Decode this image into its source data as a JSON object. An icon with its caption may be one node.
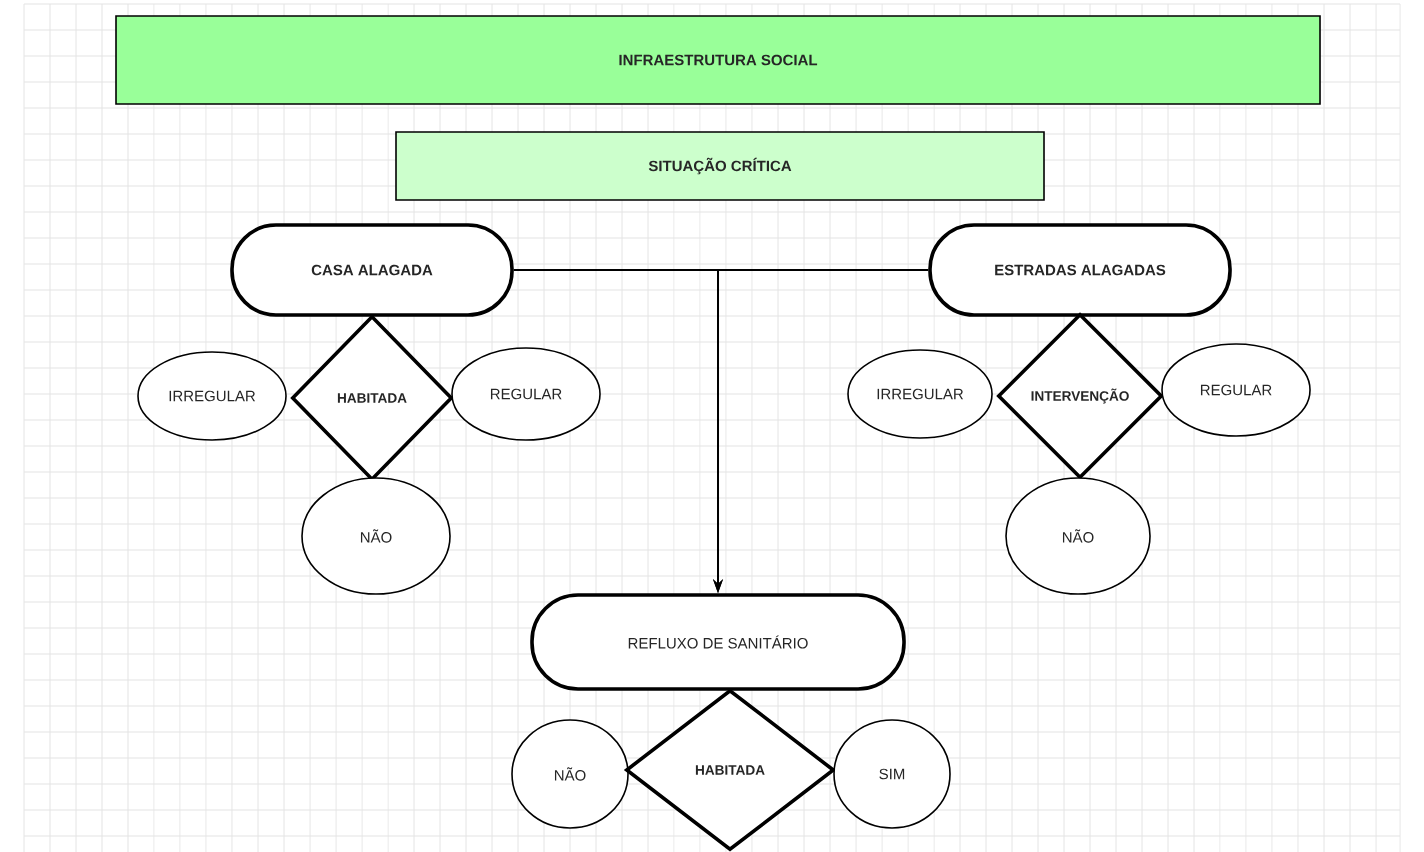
{
  "diagram": {
    "nodes": [
      {
        "text": [
          "INFRAESTRUTURA SOCIAL"
        ]
      },
      {
        "text": [
          "SITUAÇÃO CRÍTICA"
        ]
      },
      {
        "text": [
          "CASA ALAGADA"
        ]
      },
      {
        "text": [
          "HABITADA"
        ]
      },
      {
        "text": [
          "IRREGULAR"
        ]
      },
      {
        "text": [
          "REGULAR"
        ]
      },
      {
        "text": [
          "NÃO"
        ]
      },
      {
        "text": [
          "ESTRADAS ALAGADAS"
        ]
      },
      {
        "text": [
          "INTERVENÇÃO"
        ]
      },
      {
        "text": [
          "IRREGULAR"
        ]
      },
      {
        "text": [
          "REGULAR"
        ]
      },
      {
        "text": [
          "NÃO"
        ]
      },
      {
        "text": [
          "REFLUXO DE SANITÁRIO"
        ]
      },
      {
        "text": [
          "NÃO"
        ]
      },
      {
        "text": [
          "HABITADA"
        ]
      },
      {
        "text": [
          "SIM"
        ]
      }
    ],
    "edges": [
      {
        "from": 2,
        "to": 12,
        "arrow": "to"
      },
      {
        "from": 7,
        "to": 12,
        "arrow": "to"
      }
    ]
  }
}
